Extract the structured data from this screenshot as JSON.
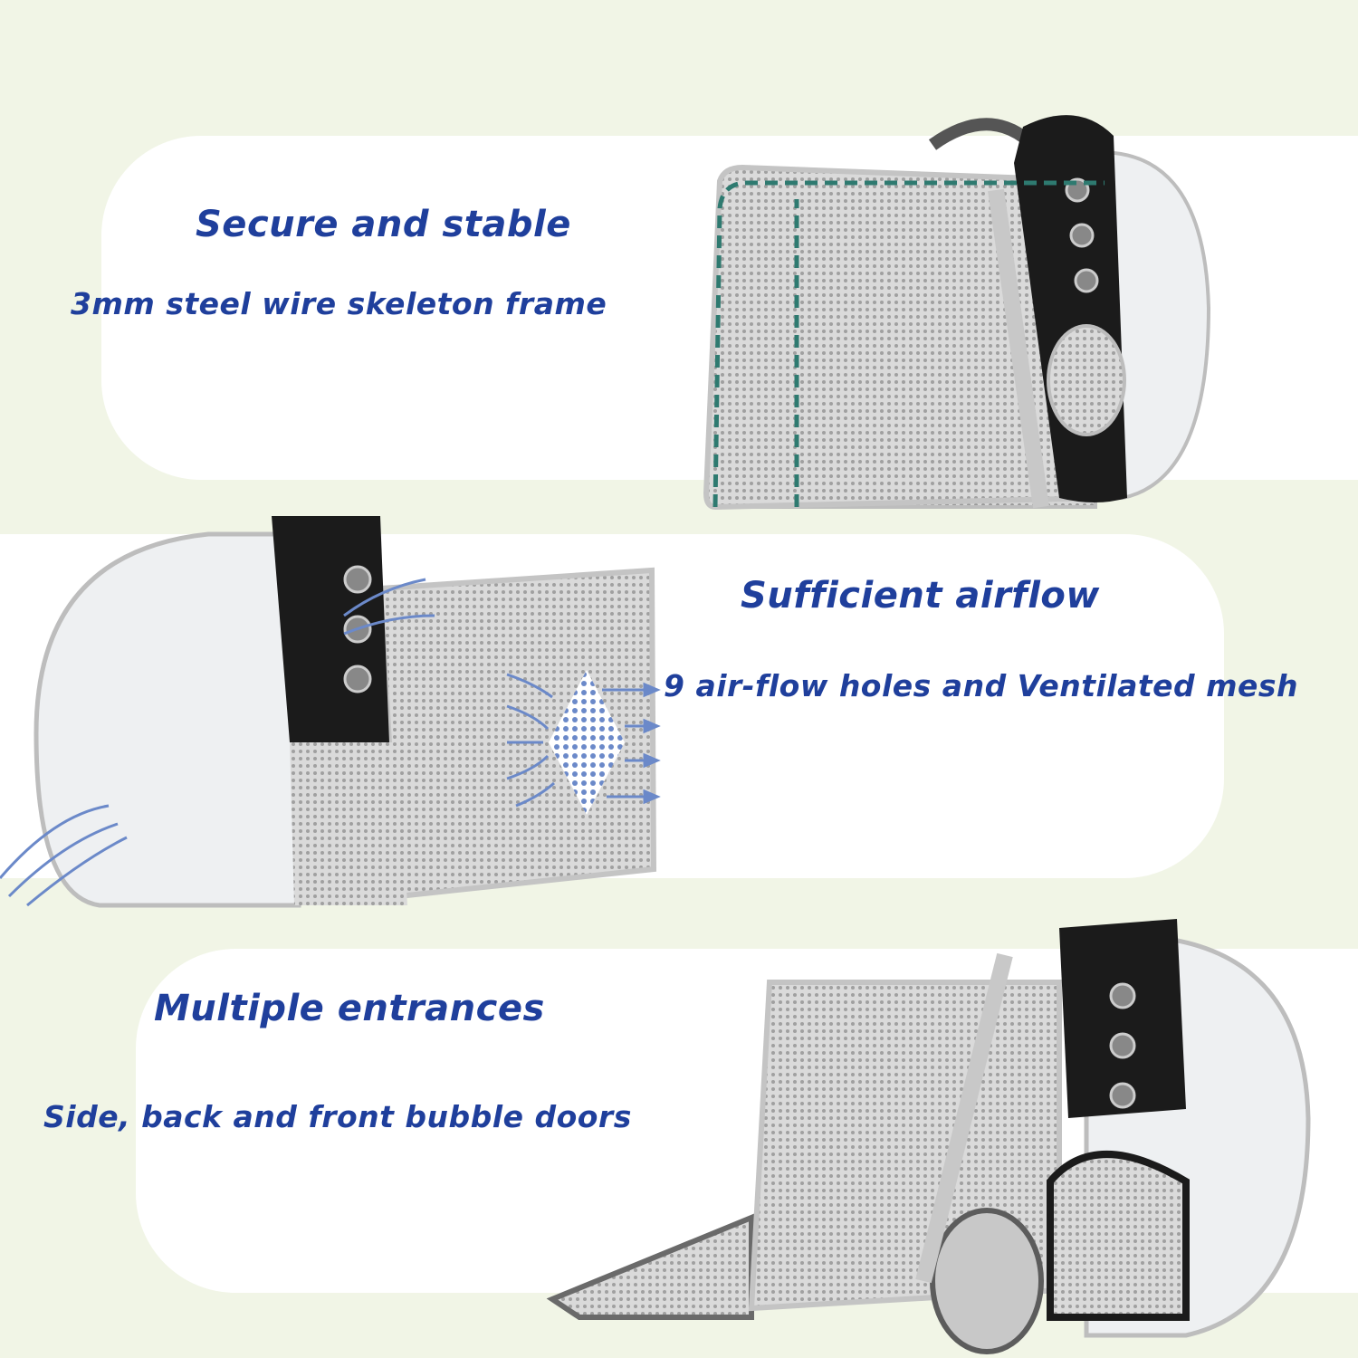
{
  "sections": [
    {
      "title": "Secure and stable",
      "subtitle": "3mm steel wire skeleton frame"
    },
    {
      "title": "Sufficient airflow",
      "subtitle": "9 air-flow holes and Ventilated mesh"
    },
    {
      "title": "Multiple entrances",
      "subtitle": "Side, back and front bubble doors"
    }
  ],
  "colors": {
    "background": "#f1f5e6",
    "panel": "#ffffff",
    "text": "#1f3f9c",
    "frame_outline": "#2e7a70",
    "airflow": "#6b89c9",
    "bag_black": "#1b1b1b",
    "bag_mesh": "#c9c9c9"
  }
}
